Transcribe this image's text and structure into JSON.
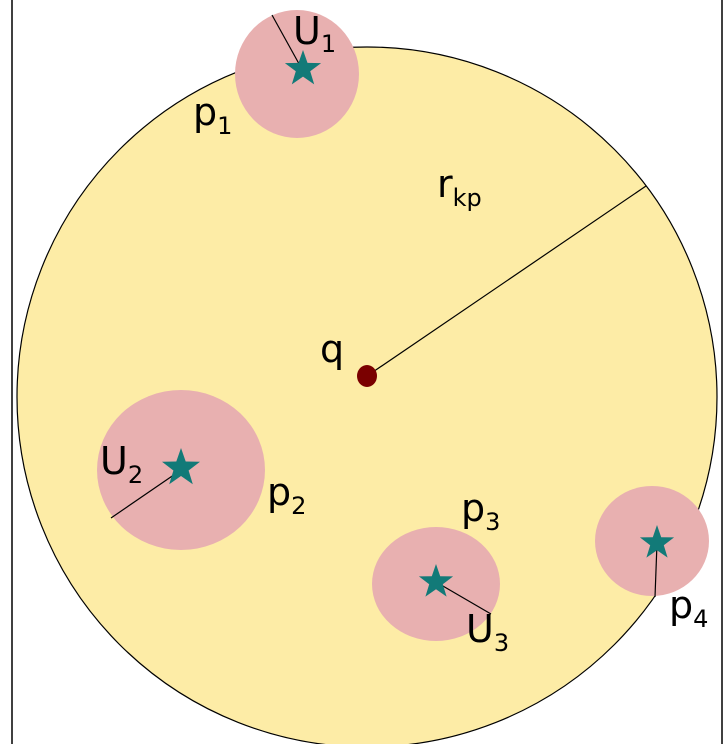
{
  "diagram": {
    "query": {
      "label": "q"
    },
    "radius_label": {
      "main": "r",
      "sub": "kp"
    },
    "objects": [
      {
        "id": "p1",
        "label_main": "p",
        "label_sub": "1",
        "region_main": "U",
        "region_sub": "1"
      },
      {
        "id": "p2",
        "label_main": "p",
        "label_sub": "2",
        "region_main": "U",
        "region_sub": "2"
      },
      {
        "id": "p3",
        "label_main": "p",
        "label_sub": "3",
        "region_main": "U",
        "region_sub": "3"
      },
      {
        "id": "p4",
        "label_main": "p",
        "label_sub": "4"
      }
    ]
  },
  "colors": {
    "search_region": "#fdeca6",
    "uncertainty_region": "#e8b0b0",
    "object_star": "#127a78",
    "query_point": "#7a0000",
    "stroke": "#000000"
  }
}
